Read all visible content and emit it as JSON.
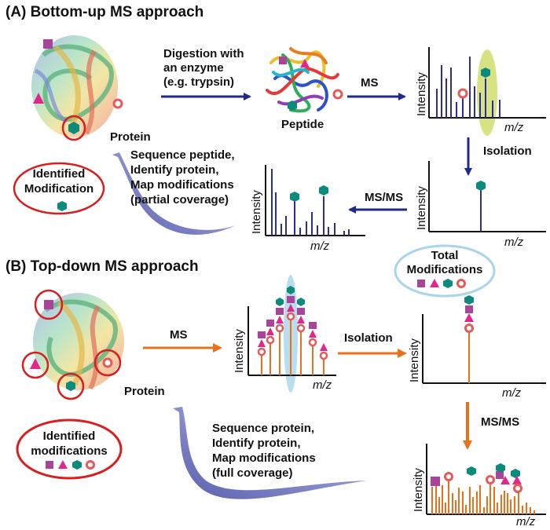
{
  "sections": {
    "a_title": "(A)  Bottom-up MS approach",
    "b_title": "(B)  Top-down MS approach"
  },
  "bottom_up": {
    "digestion_line1": "Digestion with",
    "digestion_line2": "an enzyme",
    "digestion_line3": "(e.g. trypsin)",
    "ms": "MS",
    "peptide": "Peptide",
    "protein": "Protein",
    "isolation": "Isolation",
    "msms": "MS/MS",
    "identified_line1": "Identified",
    "identified_line2": "Modification",
    "steps_line1": "Sequence peptide,",
    "steps_line2": "Identify protein,",
    "steps_line3": "Map modifications",
    "steps_line4": "(partial coverage)"
  },
  "top_down": {
    "ms": "MS",
    "isolation": "Isolation",
    "protein": "Protein",
    "total_line1": "Total",
    "total_line2": "Modifications",
    "msms": "MS/MS",
    "identified_line1": "Identified",
    "identified_line2": "modifications",
    "steps_line1": "Sequence protein,",
    "steps_line2": "Identify protein,",
    "steps_line3": "Map modifications",
    "steps_line4": "(full coverage)"
  },
  "axes": {
    "intensity": "Intensity",
    "mz": "m/z"
  },
  "colors": {
    "navy_arrow": "#1f2a8a",
    "orange": "#e8711e",
    "red_ellipse": "#d81f1f",
    "light_blue": "#a9d4ea",
    "purple_square": "#a8449a",
    "magenta_triangle": "#e0278a",
    "teal_hexagon": "#0c8a7c",
    "ring": "#e65a5a"
  },
  "icons": [
    "square-modification",
    "triangle-modification",
    "hexagon-modification",
    "ring-modification",
    "protein-ribbon",
    "peptide-cluster"
  ]
}
